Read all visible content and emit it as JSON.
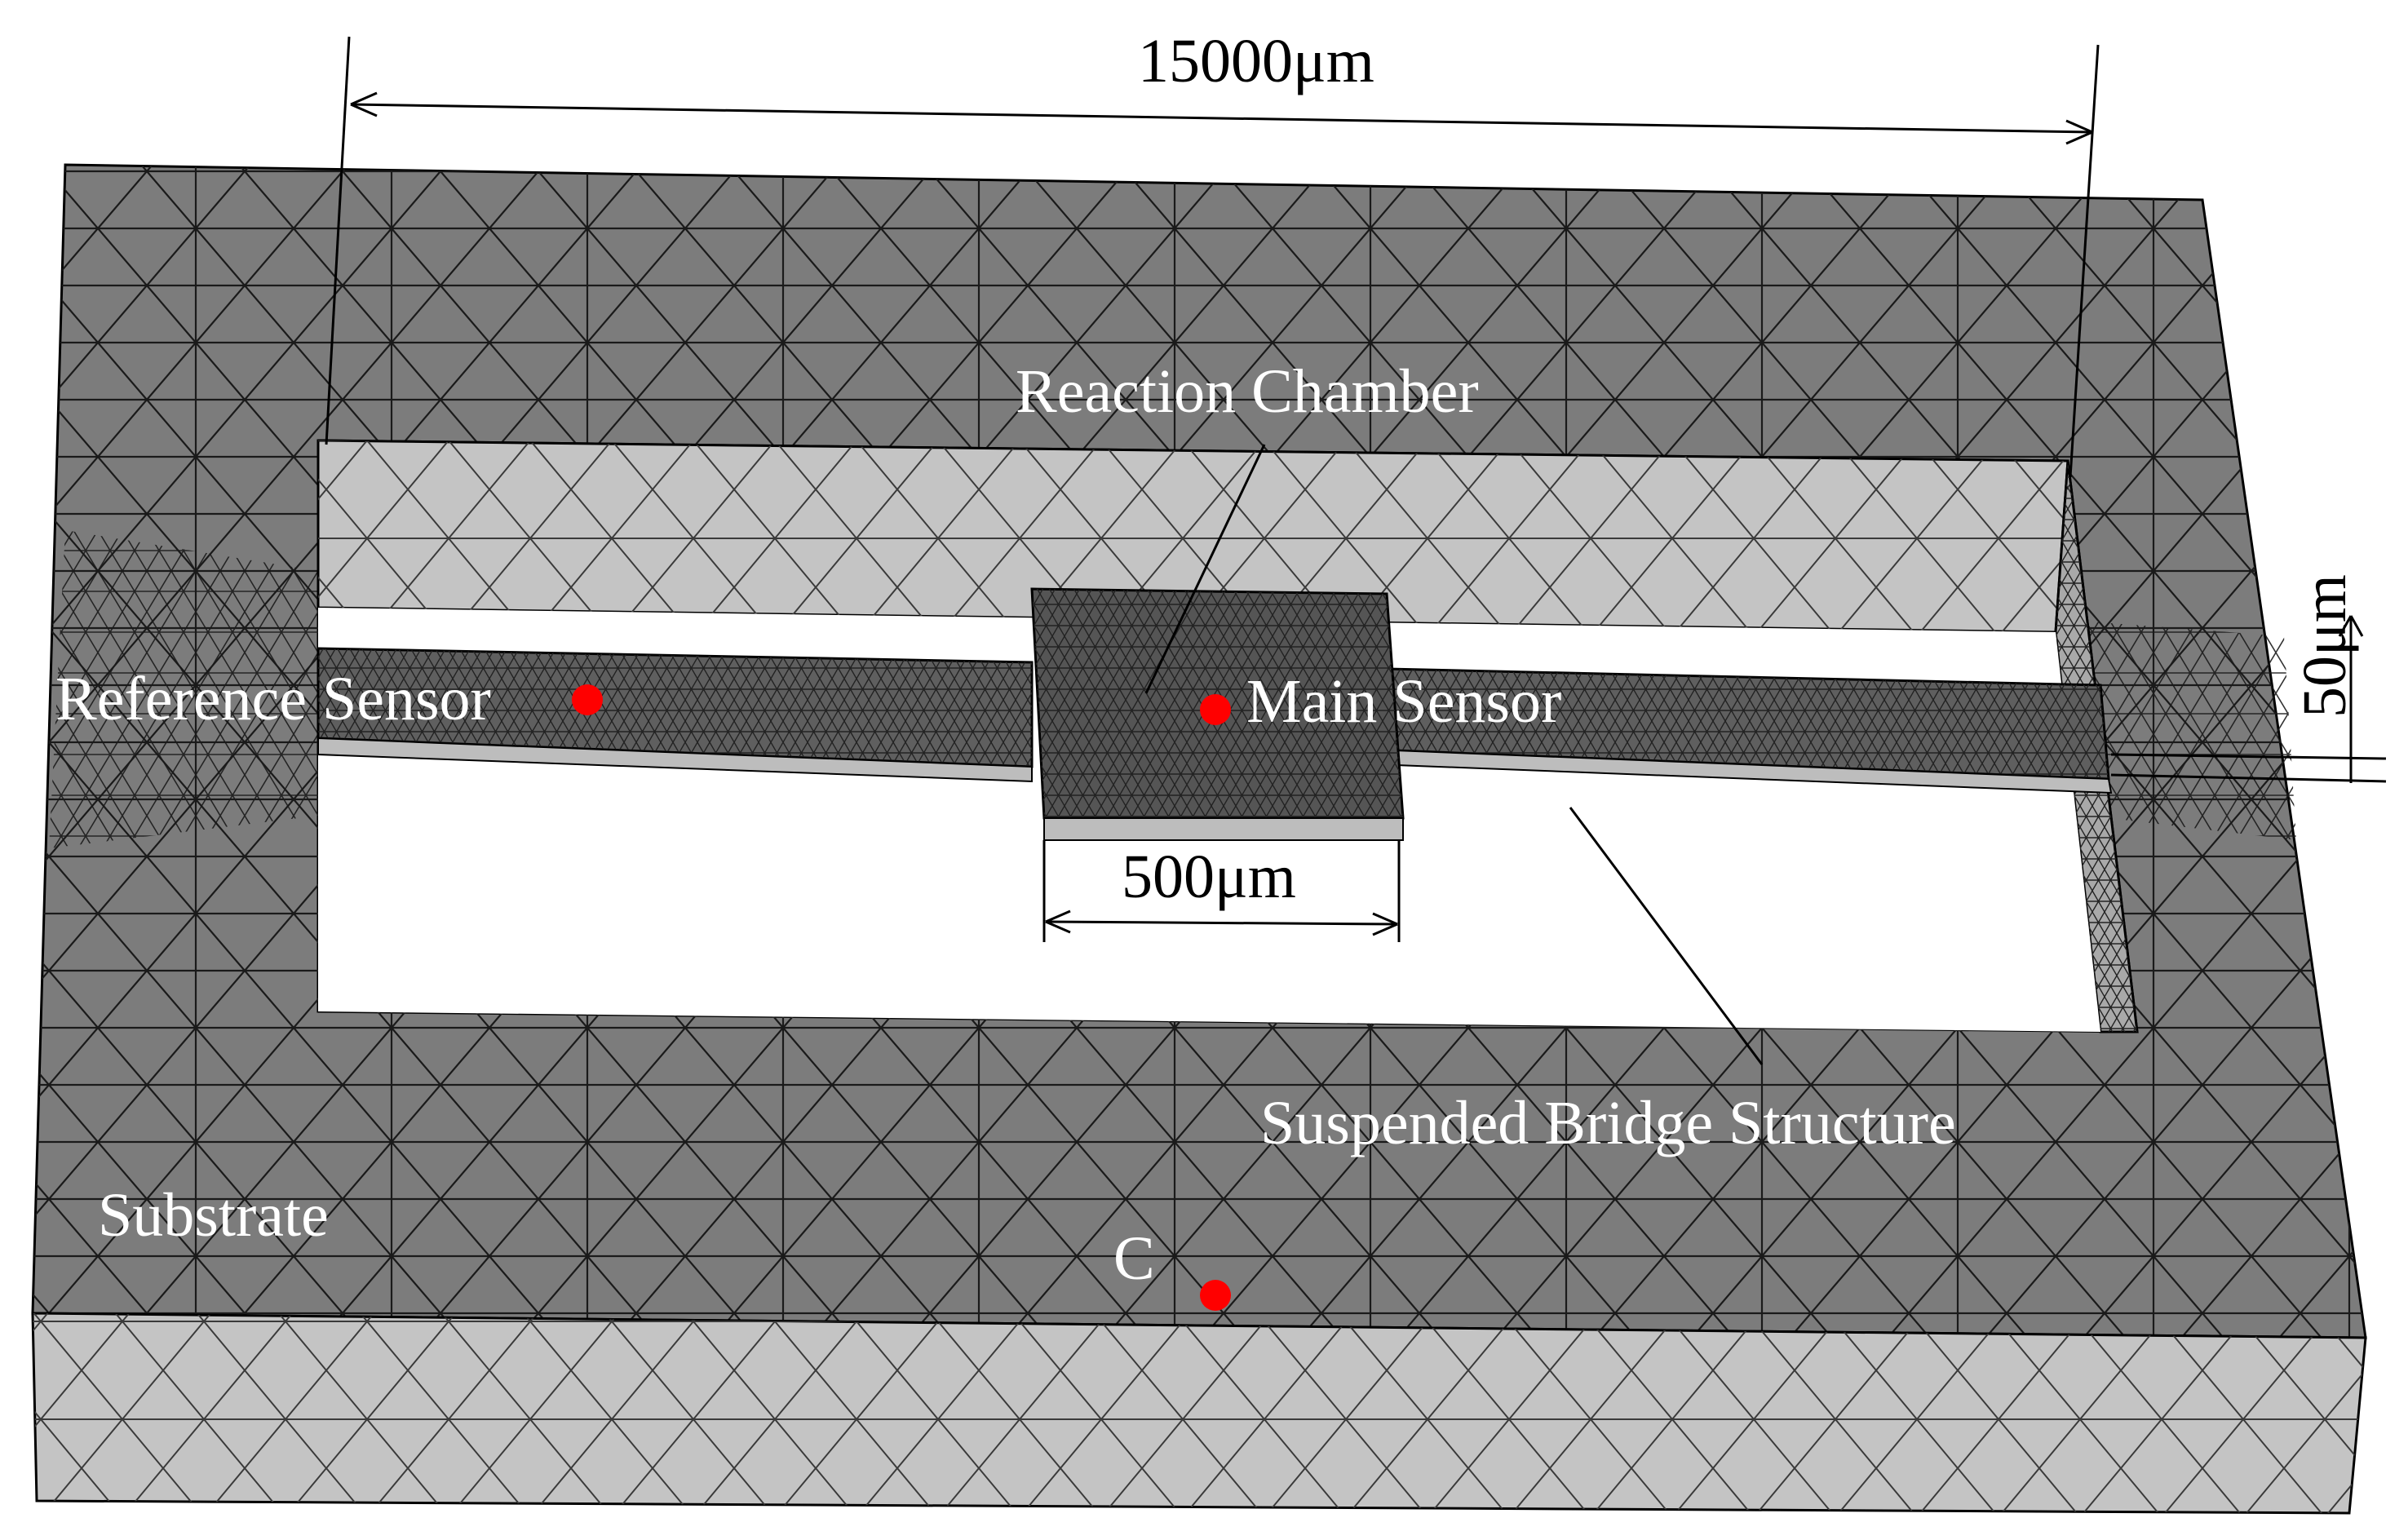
{
  "labels": {
    "reaction_chamber": "Reaction Chamber",
    "reference_sensor": "Reference Sensor",
    "main_sensor": "Main Sensor",
    "suspended_bridge": "Suspended Bridge Structure",
    "substrate": "Substrate",
    "point_c": "C"
  },
  "dimensions": {
    "overall_length": "15000μm",
    "chamber_width": "500μm",
    "bridge_thickness": "50μm"
  },
  "colors": {
    "top_surface": "#7c7c7c",
    "side_face": "#c4c4c4",
    "dense_mesh": "#5a5a5a",
    "mesh_line": "#1a1a1a",
    "sensor_marker": "#ff0000",
    "label_text": "#ffffff",
    "dimension_text": "#000000"
  }
}
